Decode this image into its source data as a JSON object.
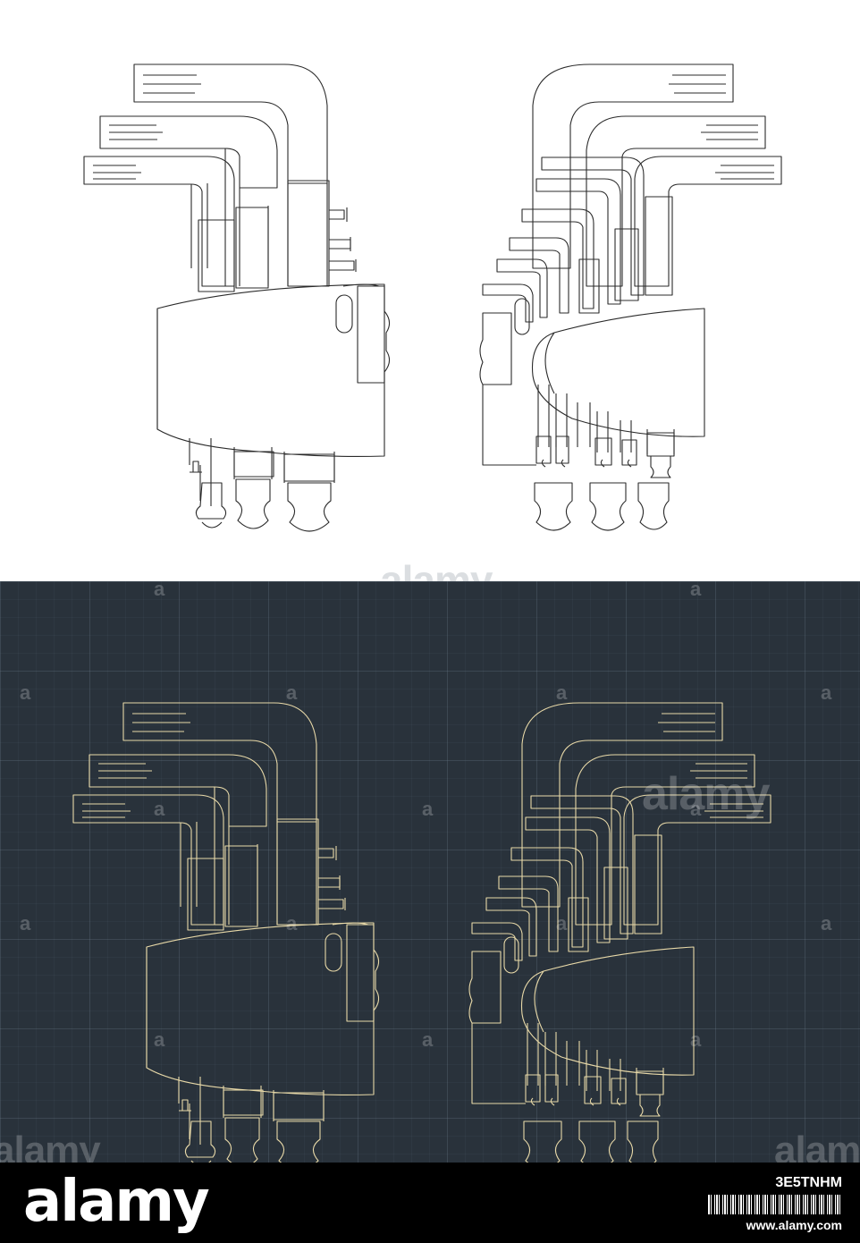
{
  "watermark": {
    "brand": "alamy",
    "letter": "a"
  },
  "colors": {
    "light_background": "#ffffff",
    "light_stroke": "#2b2b2b",
    "dark_background": "#29323b",
    "dark_stroke": "#e8d9a8",
    "grid": "#4a5661"
  },
  "footer": {
    "logo": "alamy",
    "image_id": "3E5TNHM",
    "site": "www.alamy.com"
  }
}
